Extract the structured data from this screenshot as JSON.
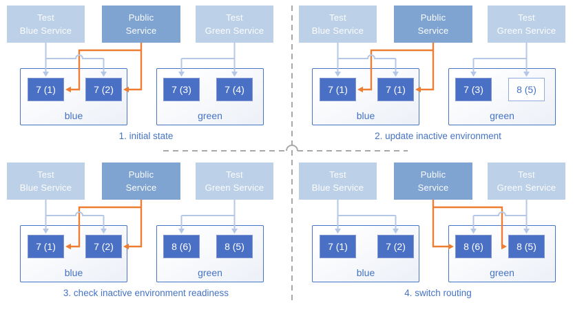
{
  "services": {
    "test_blue": "Test\nBlue Service",
    "public": "Public\nService",
    "test_green": "Test\nGreen Service"
  },
  "colors": {
    "light_service_fill": "#bcd0e8",
    "public_service_fill": "#7fa4d1",
    "pod_fill": "#4a70c6",
    "pod_border": "#8096d2",
    "pod_outline_border": "#8faadc",
    "env_border": "#4472c4",
    "blue_text": "#4472c4",
    "connector": "#b4c7e7",
    "orange": "#ed7d31",
    "divider": "#a8a8a8"
  },
  "panels": [
    {
      "caption": "1. initial state",
      "route": "blue",
      "blue_env": {
        "label": "blue",
        "pods": [
          {
            "label": "7 (1)",
            "style": "filled"
          },
          {
            "label": "7 (2)",
            "style": "filled"
          }
        ]
      },
      "green_env": {
        "label": "green",
        "pods": [
          {
            "label": "7 (3)",
            "style": "filled"
          },
          {
            "label": "7 (4)",
            "style": "filled"
          }
        ]
      }
    },
    {
      "caption": "2. update inactive environment",
      "route": "blue",
      "blue_env": {
        "label": "blue",
        "pods": [
          {
            "label": "7 (1)",
            "style": "filled"
          },
          {
            "label": "7 (1)",
            "style": "filled"
          }
        ]
      },
      "green_env": {
        "label": "green",
        "pods": [
          {
            "label": "7 (3)",
            "style": "filled"
          },
          {
            "label": "8 (5)",
            "style": "outline"
          }
        ]
      }
    },
    {
      "caption": "3. check inactive environment readiness",
      "route": "blue",
      "blue_env": {
        "label": "blue",
        "pods": [
          {
            "label": "7 (1)",
            "style": "filled"
          },
          {
            "label": "7 (2)",
            "style": "filled"
          }
        ]
      },
      "green_env": {
        "label": "green",
        "pods": [
          {
            "label": "8 (6)",
            "style": "filled"
          },
          {
            "label": "8 (5)",
            "style": "filled"
          }
        ]
      }
    },
    {
      "caption": "4. switch routing",
      "route": "green",
      "blue_env": {
        "label": "blue",
        "pods": [
          {
            "label": "7 (1)",
            "style": "filled"
          },
          {
            "label": "7 (2)",
            "style": "filled"
          }
        ]
      },
      "green_env": {
        "label": "green",
        "pods": [
          {
            "label": "8 (6)",
            "style": "filled"
          },
          {
            "label": "8 (5)",
            "style": "filled"
          }
        ]
      }
    }
  ]
}
